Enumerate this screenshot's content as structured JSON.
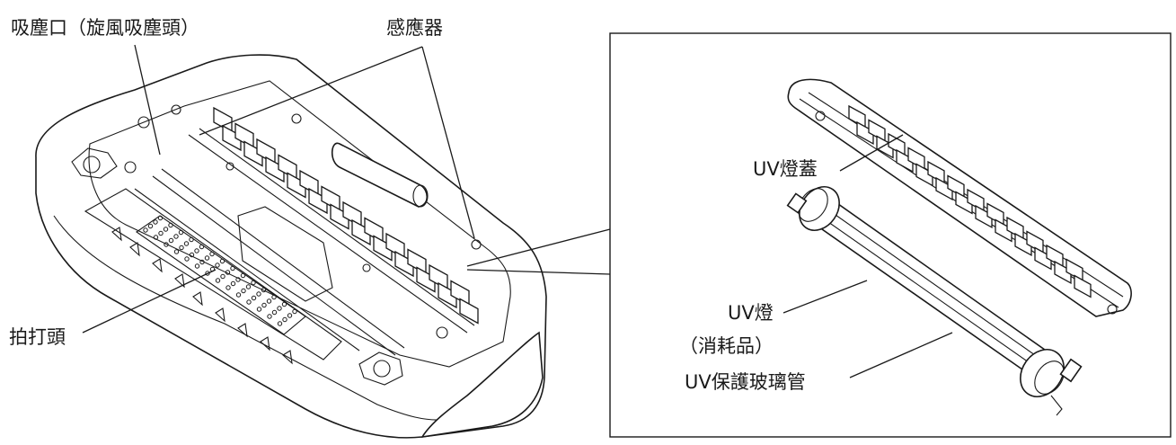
{
  "labels": {
    "suction_inlet": "吸塵口（旋風吸塵頭）",
    "sensor": "感應器",
    "beater_head": "拍打頭",
    "uv_lamp_cover": "UV燈蓋",
    "uv_lamp": "UV燈",
    "consumable": "（消耗品）",
    "uv_glass_tube": "UV保護玻璃管"
  },
  "icons": {
    "main_unit": "vacuum-head-underside-illustration",
    "lamp_cover": "uv-lamp-cover-illustration",
    "lamp_tube": "uv-lamp-tube-illustration"
  }
}
